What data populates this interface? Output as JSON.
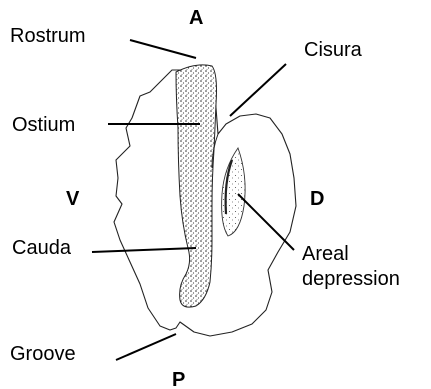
{
  "labels": {
    "rostrum": "Rostrum",
    "cisura": "Cisura",
    "ostium": "Ostium",
    "cauda": "Cauda",
    "areal_depression_line1": "Areal",
    "areal_depression_line2": "depression",
    "groove": "Groove"
  },
  "orientation": {
    "anterior": "A",
    "posterior": "P",
    "ventral": "V",
    "dorsal": "D"
  }
}
